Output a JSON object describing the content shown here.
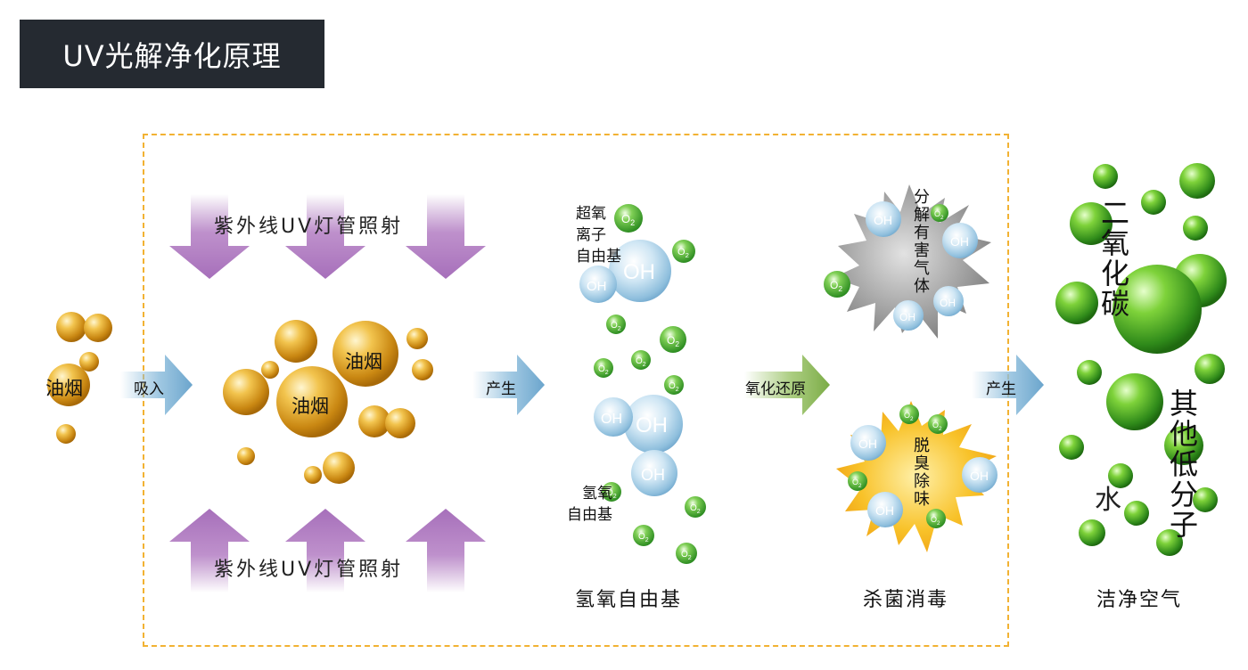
{
  "title": "UV光解净化原理",
  "uv_top_label": "紫外线UV灯管照射",
  "uv_bottom_label": "紫外线UV灯管照射",
  "smoke_label": "油烟",
  "arrow_absorb": "吸入",
  "arrow_produce_1": "产生",
  "arrow_redox": "氧化还原",
  "arrow_produce_2": "产生",
  "chamber_smoke_1": "油烟",
  "chamber_smoke_2": "油烟",
  "superoxide_label": "超氧\n离子\n自由基",
  "hydroxyl_label": "氢氧\n自由基",
  "oh_text": "OH",
  "o2_text": "O",
  "o2_sub": "2",
  "decompose_label": "分解有害气体",
  "deodorize_label": "脱臭除味",
  "co2_label": "二氧化碳",
  "other_label": "其他低分子",
  "water_label": "水",
  "caption_radicals": "氢氧自由基",
  "caption_sterilize": "杀菌消毒",
  "caption_clean": "洁净空气",
  "colors": {
    "title_bg": "#252a31",
    "frame_dash": "#f2b233",
    "uv_arrow": "#b07cc0",
    "flow_arrow": "#7eb0d0",
    "redox_arrow": "#8fb85a",
    "gold": "#e0a020",
    "blue_bubble": "#9ccbe6",
    "green_bubble": "#3fa12a",
    "burst_gray": "#9a9a9a",
    "burst_yellow": "#f3b21a"
  }
}
